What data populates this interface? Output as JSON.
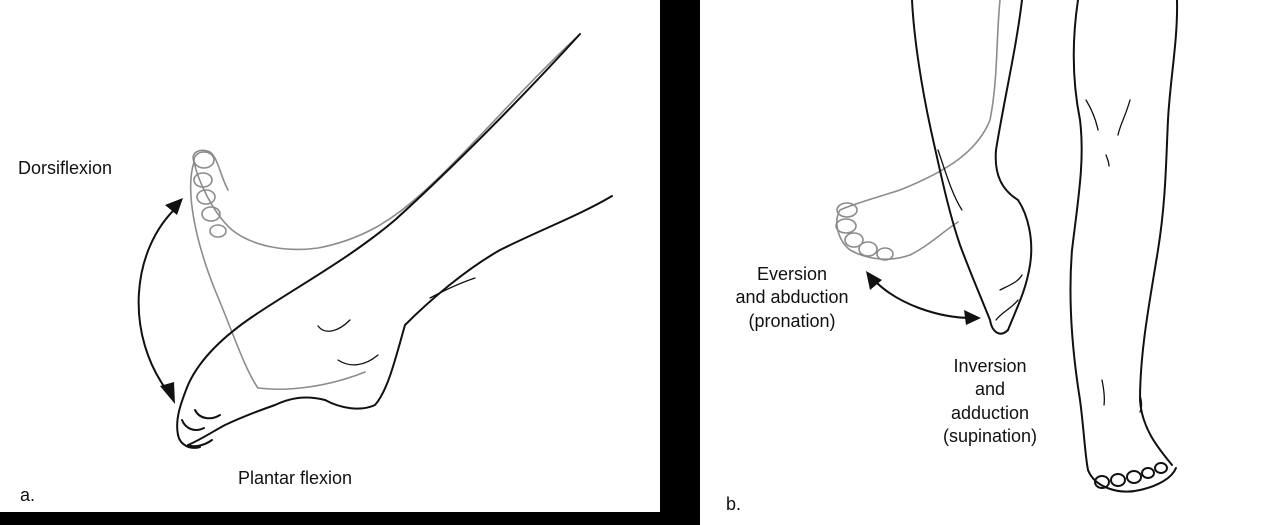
{
  "panel_a": {
    "dorsiflexion_label": "Dorsiflexion",
    "plantar_flexion_label": "Plantar flexion",
    "panel_letter": "a."
  },
  "panel_b": {
    "eversion_label": "Eversion\nand abduction\n(pronation)",
    "inversion_label": "Inversion\nand\nadduction\n(supination)",
    "panel_letter": "b."
  },
  "colors": {
    "background": "#000000",
    "panel": "#ffffff",
    "ink": "#111111",
    "ghost_outline": "#8c8c8c"
  }
}
